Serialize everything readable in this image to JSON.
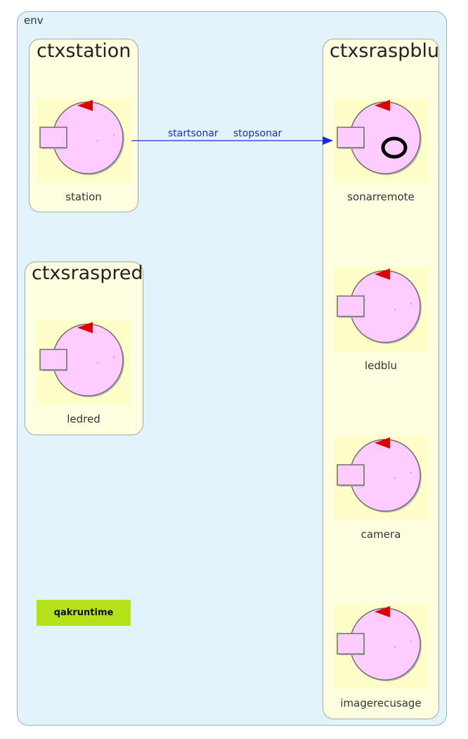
{
  "env": {
    "label": "env"
  },
  "contexts": {
    "ctxstation": {
      "title": "ctxstation"
    },
    "ctxsraspred": {
      "title": "ctxsraspred"
    },
    "ctxsraspblu": {
      "title": "ctxsraspblu"
    }
  },
  "actors": {
    "station": {
      "label": "station"
    },
    "ledred": {
      "label": "ledred"
    },
    "sonarremote": {
      "label": "sonarremote"
    },
    "ledblu": {
      "label": "ledblu"
    },
    "camera": {
      "label": "camera"
    },
    "imagerecusage": {
      "label": "imagerecusage"
    }
  },
  "edge": {
    "label1": "startsonar",
    "label2": "stopsonar",
    "color": "#1a2bd6"
  },
  "runtime": {
    "label": "qakruntime",
    "color": "#b6e21c"
  },
  "colors": {
    "env_bg": "#e2f3fb",
    "context_bg": "#fefee0",
    "actor_body": "#ffccff",
    "actor_arrow": "#dd0000"
  }
}
